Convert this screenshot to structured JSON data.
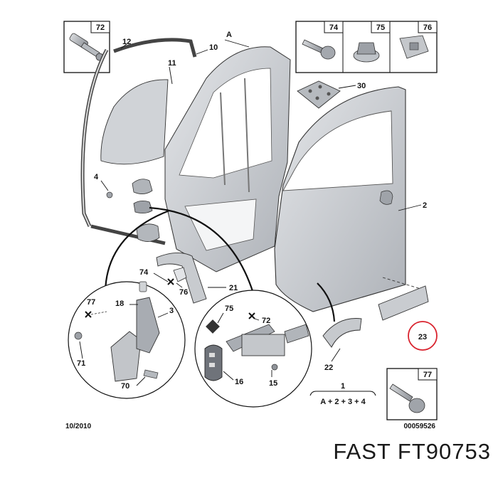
{
  "callouts": {
    "c72a": "72",
    "c12": "12",
    "c10": "10",
    "cA": "A",
    "c74a": "74",
    "c75a": "75",
    "c76a": "76",
    "c11": "11",
    "c30": "30",
    "c4": "4",
    "c2": "2",
    "c74b": "74",
    "c76b": "76",
    "c21": "21",
    "c77a": "77",
    "c18": "18",
    "c3": "3",
    "c71": "71",
    "c70": "70",
    "c75b": "75",
    "c72b": "72",
    "c16": "16",
    "c15": "15",
    "c22": "22",
    "c23": "23",
    "c1": "1",
    "c77b": "77"
  },
  "formula": "A + 2 + 3 + 4",
  "date_code": "10/2010",
  "doc_code": "00059526",
  "part_label": "FAST FT90753",
  "colors": {
    "highlight": "#d9232e",
    "part_fill": "#c9ccd0",
    "line": "#111111"
  }
}
